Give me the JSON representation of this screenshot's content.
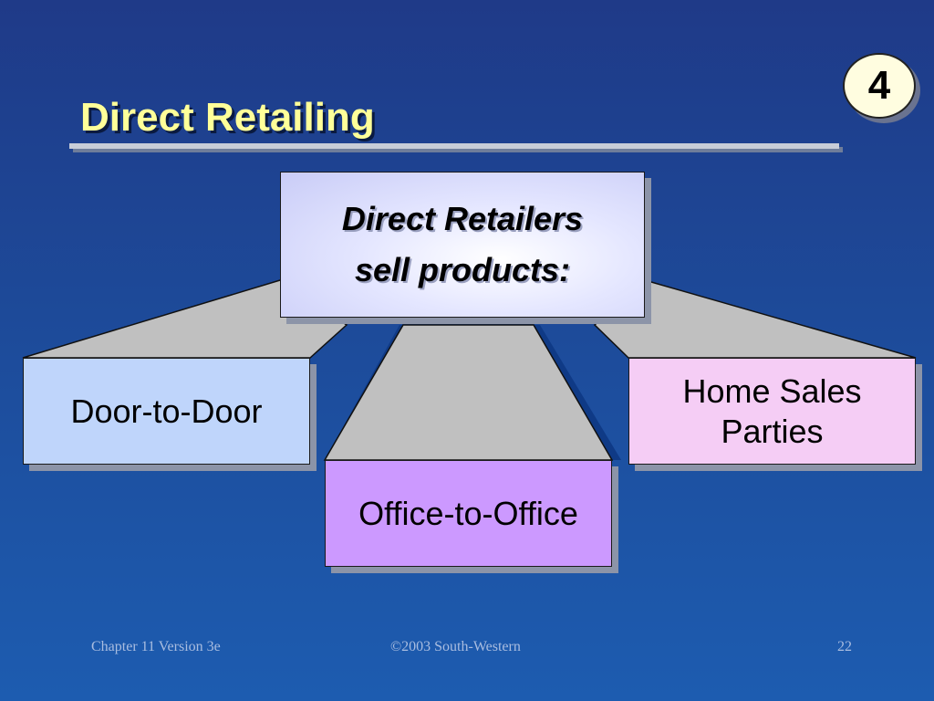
{
  "slide": {
    "title": "Direct Retailing",
    "badge": "4"
  },
  "diagram": {
    "center": {
      "line1": "Direct Retailers",
      "line2": "sell products:"
    },
    "methods": [
      {
        "line1": "Door-to-Door",
        "color": "#bfd5fb"
      },
      {
        "line1": "Office-to-Office",
        "color": "#cc99ff"
      },
      {
        "line1": "Home Sales",
        "line2": "Parties",
        "color": "#f5cdf5"
      }
    ]
  },
  "footer": {
    "left": "Chapter 11 Version 3e",
    "center": "©2003 South-Western",
    "right": "22"
  },
  "colors": {
    "title": "#ffff99",
    "connector_fill": "#c0c0c0",
    "background": "#1d4a99"
  }
}
